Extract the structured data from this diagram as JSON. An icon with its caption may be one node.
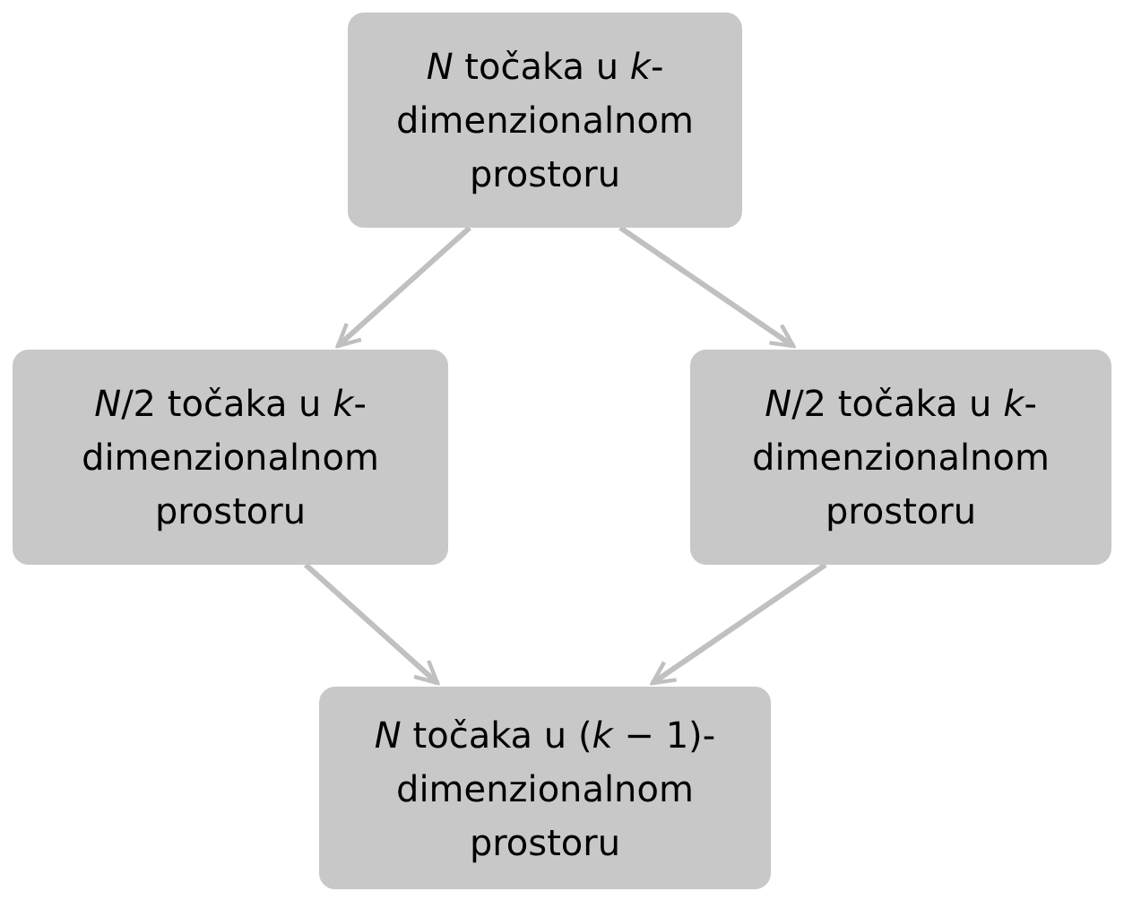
{
  "diagram": {
    "nodes": [
      {
        "text": [
          "*N* točaka u *k*-dimenzionalnom prostoru"
        ]
      },
      {
        "text": [
          "*N*/2 točaka u *k*-dimenzionalnom prostoru"
        ]
      },
      {
        "text": [
          "*N*/2 točaka u *k*-dimenzionalnom prostoru"
        ]
      },
      {
        "text": [
          "*N* točaka u (*k* − 1)-dimenzionalnom prostoru"
        ]
      }
    ],
    "edges": [
      {
        "from": 0,
        "to": 1,
        "arrow": "to"
      },
      {
        "from": 0,
        "to": 2,
        "arrow": "to"
      },
      {
        "from": 1,
        "to": 3,
        "arrow": "to"
      },
      {
        "from": 2,
        "to": 3,
        "arrow": "to"
      }
    ]
  }
}
